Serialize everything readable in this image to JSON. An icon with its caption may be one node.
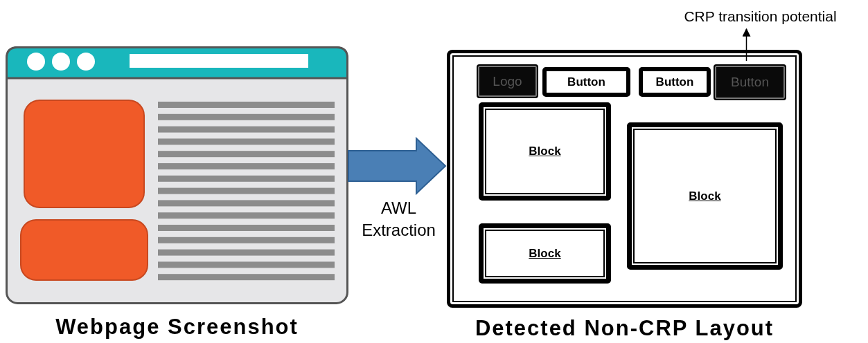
{
  "diagram": {
    "nodes": [
      {
        "text": [],
        "shape": "picture",
        "beside": [
          "Webpage Screenshot"
        ]
      },
      {
        "text": [],
        "shape": "box",
        "beside": [
          "Detected Non-CRP Layout"
        ]
      },
      {
        "text": [
          "Logo"
        ],
        "in": 1
      },
      {
        "text": [
          "Button"
        ],
        "in": 1
      },
      {
        "text": [
          "Button"
        ],
        "in": 1
      },
      {
        "text": [
          "Button"
        ],
        "in": 1
      },
      {
        "text": [
          "Block"
        ],
        "in": 1
      },
      {
        "text": [
          "Block"
        ],
        "in": 1
      },
      {
        "text": [
          "Block"
        ],
        "in": 1
      },
      {
        "text": [
          "CRP transition potential"
        ]
      }
    ],
    "edges": [
      {
        "from": 0,
        "to": 1,
        "arrow": "to",
        "label": "AWL Extraction",
        "style": "thick",
        "color": "#4a7fb5"
      },
      {
        "from": 5,
        "to": 9,
        "arrow": "to"
      }
    ]
  }
}
